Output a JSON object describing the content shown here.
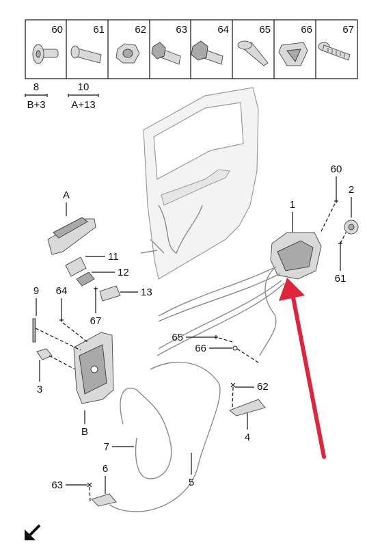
{
  "fastener_table": {
    "items": [
      "60",
      "61",
      "62",
      "63",
      "64",
      "65",
      "66",
      "67"
    ]
  },
  "groups": [
    {
      "label": "8",
      "members": "B+3"
    },
    {
      "label": "10",
      "members": "A+13"
    }
  ],
  "callouts": {
    "c1": "1",
    "c2": "2",
    "c60": "60",
    "c61": "61",
    "cA": "A",
    "c11": "11",
    "c12": "12",
    "c13": "13",
    "c9": "9",
    "c64": "64",
    "c67": "67",
    "c3": "3",
    "cB": "B",
    "c65": "65",
    "c66": "66",
    "c62": "62",
    "c4": "4",
    "c7": "7",
    "c5": "5",
    "c6": "6",
    "c63": "63"
  },
  "colors": {
    "highlight_arrow": "#e0243c"
  },
  "icons": {
    "corner_arrow": "south-west-arrow-icon"
  }
}
